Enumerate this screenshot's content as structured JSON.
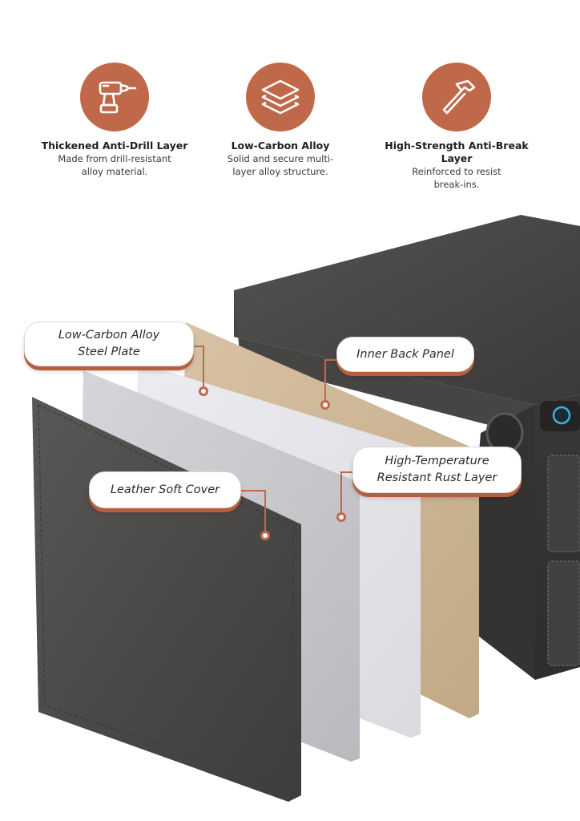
{
  "features": [
    {
      "title": "Thickened Anti-Drill Layer",
      "description": "Made from drill-resistant alloy material.",
      "icon": "drill-icon"
    },
    {
      "title": "Low-Carbon Alloy",
      "description": "Solid and secure multi-layer alloy structure.",
      "icon": "layers-icon"
    },
    {
      "title": "High-Strength Anti-Break Layer",
      "description": "Reinforced to resist break-ins.",
      "icon": "hammer-icon"
    }
  ],
  "callouts": {
    "steel_plate_line1": "Low-Carbon Alloy",
    "steel_plate_line2": "Steel Plate",
    "inner_back_panel": "Inner Back Panel",
    "rust_layer_line1": "High-Temperature",
    "rust_layer_line2": "Resistant Rust Layer",
    "leather_cover": "Leather Soft Cover"
  },
  "colors": {
    "accent": "#c0694a",
    "leather": "#4c4a48",
    "safe_body": "#3f3d3c",
    "inner_panel": "#cdb596",
    "rust_layer": "#e5e4e9",
    "steel_plate": "#c7c7cc",
    "fingerprint_ring": "#3db0e0"
  }
}
